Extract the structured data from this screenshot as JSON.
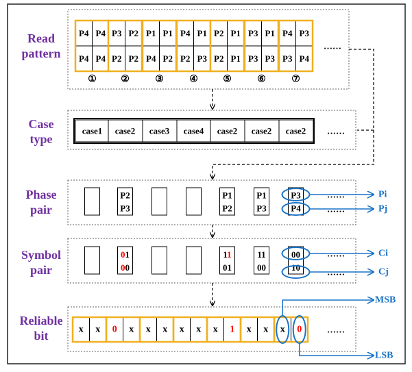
{
  "row_labels": {
    "read_pattern": [
      "Read",
      "pattern"
    ],
    "case_type": [
      "Case",
      "type"
    ],
    "phase_pair": [
      "Phase",
      "pair"
    ],
    "symbol_pair": [
      "Symbol",
      "pair"
    ],
    "reliable_bit": [
      "Reliable",
      "bit"
    ]
  },
  "ellipsis": "……",
  "read_pattern": {
    "groups": [
      {
        "number": "①",
        "top": [
          "P4",
          "P4"
        ],
        "bottom": [
          "P4",
          "P4"
        ]
      },
      {
        "number": "②",
        "top": [
          "P3",
          "P2"
        ],
        "bottom": [
          "P2",
          "P2"
        ]
      },
      {
        "number": "③",
        "top": [
          "P1",
          "P1"
        ],
        "bottom": [
          "P4",
          "P2"
        ]
      },
      {
        "number": "④",
        "top": [
          "P4",
          "P1"
        ],
        "bottom": [
          "P2",
          "P3"
        ]
      },
      {
        "number": "⑤",
        "top": [
          "P2",
          "P1"
        ],
        "bottom": [
          "P2",
          "P1"
        ]
      },
      {
        "number": "⑥",
        "top": [
          "P3",
          "P1"
        ],
        "bottom": [
          "P3",
          "P3"
        ]
      },
      {
        "number": "⑦",
        "top": [
          "P4",
          "P3"
        ],
        "bottom": [
          "P3",
          "P4"
        ]
      }
    ]
  },
  "case_type": [
    "case1",
    "case2",
    "case3",
    "case4",
    "case2",
    "case2",
    "case2"
  ],
  "phase_pair": [
    {
      "top": "",
      "bottom": ""
    },
    {
      "top": "P2",
      "bottom": "P3"
    },
    {
      "top": "",
      "bottom": ""
    },
    {
      "top": "",
      "bottom": ""
    },
    {
      "top": "P1",
      "bottom": "P2"
    },
    {
      "top": "P1",
      "bottom": "P3"
    },
    {
      "top": "P3",
      "bottom": "P4"
    }
  ],
  "symbol_pair": [
    {
      "top": "",
      "bottom": ""
    },
    {
      "top": "01",
      "bottom": "00"
    },
    {
      "top": "",
      "bottom": ""
    },
    {
      "top": "",
      "bottom": ""
    },
    {
      "top": "11",
      "bottom": "01"
    },
    {
      "top": "11",
      "bottom": "00"
    },
    {
      "top": "00",
      "bottom": "10"
    }
  ],
  "reliable_bits": [
    "x",
    "x",
    "0",
    "x",
    "x",
    "x",
    "x",
    "x",
    "x",
    "1",
    "x",
    "x",
    "x",
    "0"
  ],
  "outputs": {
    "pi": "Pi",
    "pj": "Pj",
    "ci": "Ci",
    "cj": "Cj",
    "msb": "MSB",
    "lsb": "LSB"
  },
  "colors": {
    "group_border": "#f0b020",
    "panel_fill": "#d0cef0",
    "label": "#7030a0",
    "blue": "#1a73c7",
    "red": "#ff0000"
  }
}
